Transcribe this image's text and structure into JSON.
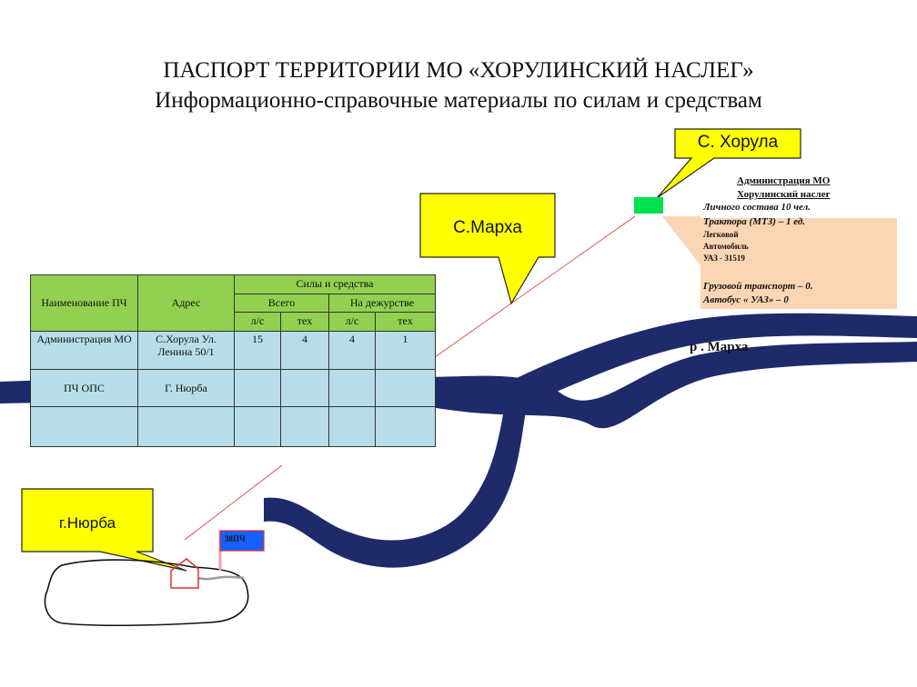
{
  "header": {
    "title": "ПАСПОРТ ТЕРРИТОРИИ МО «ХОРУЛИНСКИЙ НАСЛЕГ»",
    "subtitle": "Информационно-справочные материалы по силам и средствам"
  },
  "callouts": {
    "khorula": "С. Хорула",
    "markha": "С.Марха",
    "nyurba": "г.Нюрба"
  },
  "info_box": {
    "org_line1": "Администрация МО",
    "org_line2": "Хорулинский наслег",
    "staff": "Личного состава 10 чел.",
    "tractor": "Трактора (МТЗ) – 1 ед.",
    "car_line1": "Легковой",
    "car_line2": "Автомобиль",
    "car_line3": "УАЗ - 31519",
    "truck": "Грузовой транспорт – 0.",
    "bus": "Автобус « УАЗ» – 0"
  },
  "river": {
    "label": "р . Марха"
  },
  "flag": {
    "label": "38ПЧ"
  },
  "table": {
    "headers": {
      "name": "Наименование ПЧ",
      "address": "Адрес",
      "forces": "Силы и средства",
      "total": "Всего",
      "on_duty": "На дежурстве",
      "ps1": "л/с",
      "tech1": "тех",
      "ps2": "л/с",
      "tech2": "тех"
    },
    "rows": [
      {
        "name": "Администрация МО",
        "address": "С.Хорула Ул. Ленина 50/1",
        "total_ps": "15",
        "total_tech": "4",
        "duty_ps": "4",
        "duty_tech": "1"
      },
      {
        "name": "ПЧ  ОПС",
        "address": "Г. Нюрба",
        "total_ps": "",
        "total_tech": "",
        "duty_ps": "",
        "duty_tech": ""
      },
      {
        "name": "",
        "address": "",
        "total_ps": "",
        "total_tech": "",
        "duty_ps": "",
        "duty_tech": ""
      }
    ]
  },
  "colors": {
    "river": "#1f2a6b",
    "callout_fill": "#ffff00",
    "header_fill": "#92d050",
    "cell_fill": "#b7dee8",
    "info_fill": "#fcd5b4",
    "khorula_marker": "#00e050",
    "flag_fill": "#1560ff",
    "locator_line": "#e03030"
  }
}
